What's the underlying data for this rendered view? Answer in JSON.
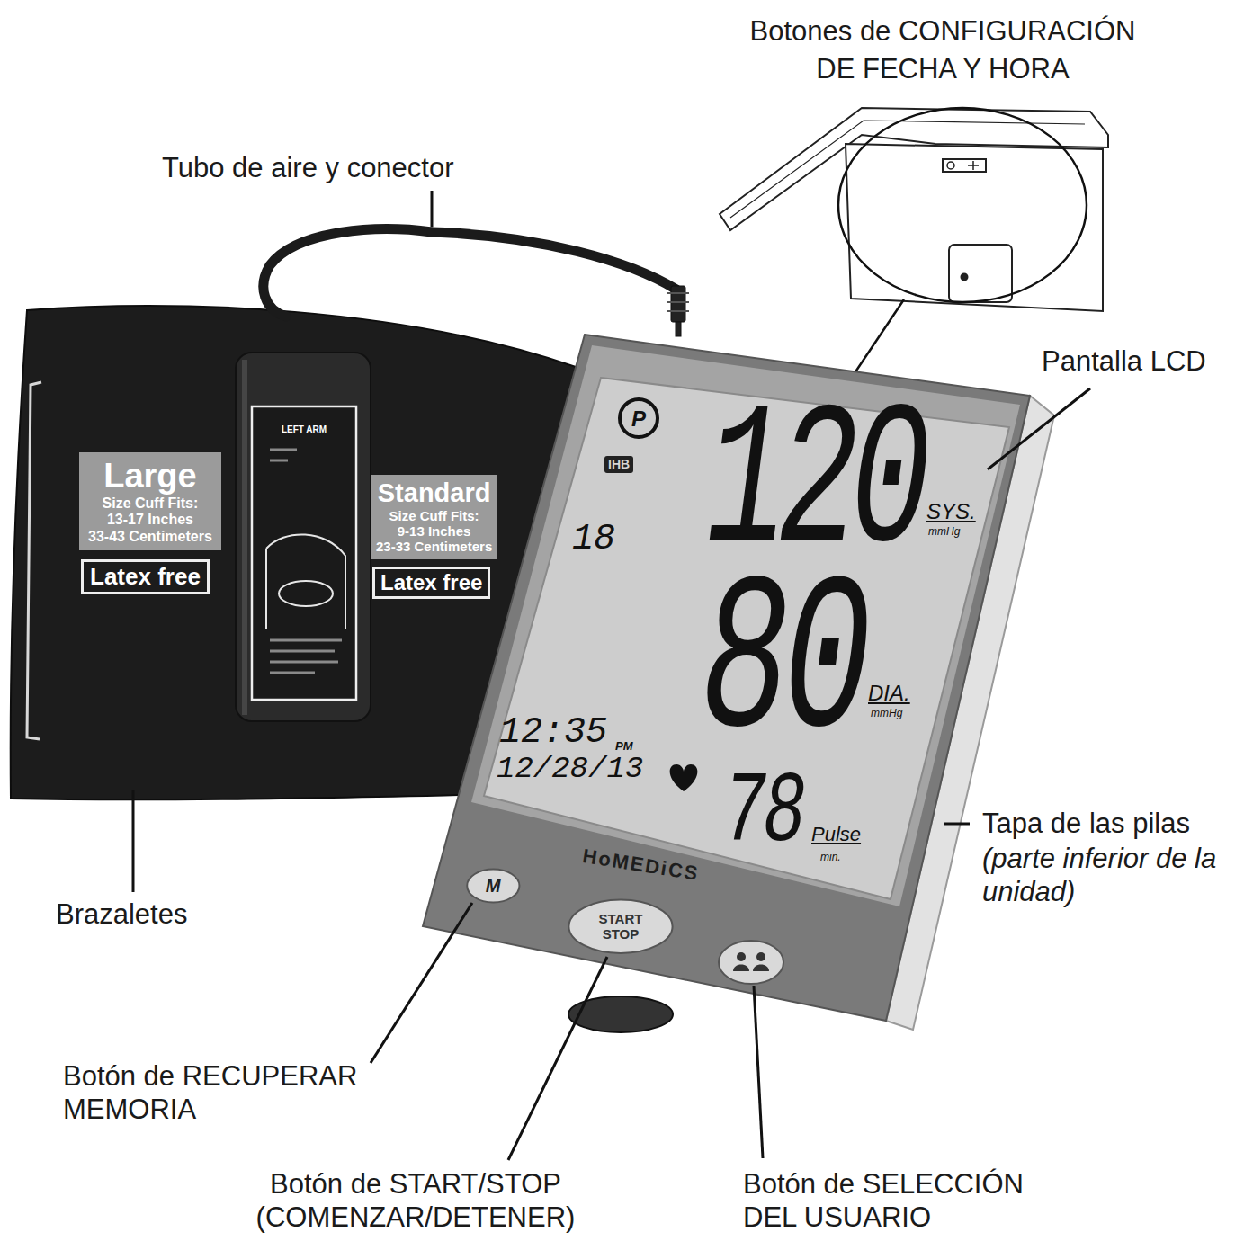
{
  "diagram": {
    "nodes": [
      {
        "text": [
          "Large",
          "Size Cuff Fits:",
          "13-17 Inches",
          "33-43 Centimeters"
        ]
      },
      {
        "text": [
          "Latex free"
        ]
      },
      {
        "text": [
          "Standard",
          "Size Cuff Fits:",
          "9-13 Inches",
          "23-33 Centimeters"
        ]
      },
      {
        "text": [
          "Latex free"
        ]
      },
      {
        "text": [
          "M"
        ]
      },
      {
        "text": [
          "START STOP"
        ]
      }
    ],
    "labels": [
      "Botones de CONFIGURACIÓN DE FECHA Y HORA",
      "Tubo de aire y conector",
      "Pantalla LCD",
      "Tapa de las pilas",
      "(parte inferior de la unidad)",
      "Brazaletes",
      "Botón de RECUPERAR MEMORIA",
      "Botón de START/STOP (COMENZAR/DETENER)",
      "Botón de SELECCIÓN DEL USUARIO",
      "LEFT ARM",
      "P",
      "IHB",
      "18",
      "120",
      "SYS.",
      "mmHg",
      "80",
      "DIA.",
      "mmHg",
      "12:35",
      "PM",
      "12/28/13",
      "78",
      "Pulse",
      "min.",
      "HoMEDiCS"
    ]
  }
}
